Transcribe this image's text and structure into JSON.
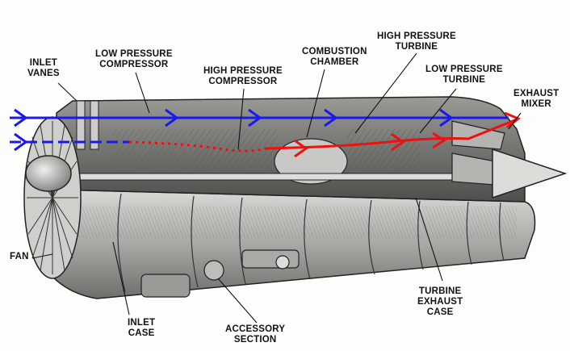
{
  "labels": {
    "inlet_vanes": [
      "INLET",
      "VANES"
    ],
    "low_pressure_compressor": [
      "LOW PRESSURE",
      "COMPRESSOR"
    ],
    "high_pressure_compressor": [
      "HIGH PRESSURE",
      "COMPRESSOR"
    ],
    "combustion_chamber": [
      "COMBUSTION",
      "CHAMBER"
    ],
    "high_pressure_turbine": [
      "HIGH PRESSURE",
      "TURBINE"
    ],
    "low_pressure_turbine": [
      "LOW PRESSURE",
      "TURBINE"
    ],
    "exhaust_mixer": [
      "EXHAUST",
      "MIXER"
    ],
    "fan": [
      "FAN"
    ],
    "inlet_case": [
      "INLET",
      "CASE"
    ],
    "accessory_section": [
      "ACCESSORY",
      "SECTION"
    ],
    "turbine_exhaust_case": [
      "TURBINE",
      "EXHAUST",
      "CASE"
    ]
  },
  "colors": {
    "bypass_flow": "#1a1aee",
    "core_flow": "#ee1111",
    "line_art": "#222222"
  }
}
